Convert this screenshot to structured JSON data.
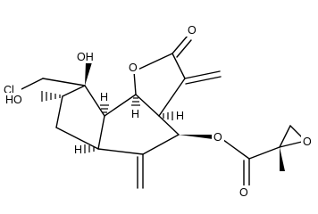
{
  "structure": {
    "atoms": {
      "cl": "Cl",
      "oh_top": "OH",
      "oh_left": "HO",
      "h_c9a": "H",
      "h_c3a": "H",
      "h_c6a": "H",
      "h_c8": "H",
      "o_ring": "O",
      "o_carbonyl_lactone": "O",
      "o_ester": "O",
      "o_carbonyl_ester": "O",
      "o_epoxide": "O"
    }
  }
}
